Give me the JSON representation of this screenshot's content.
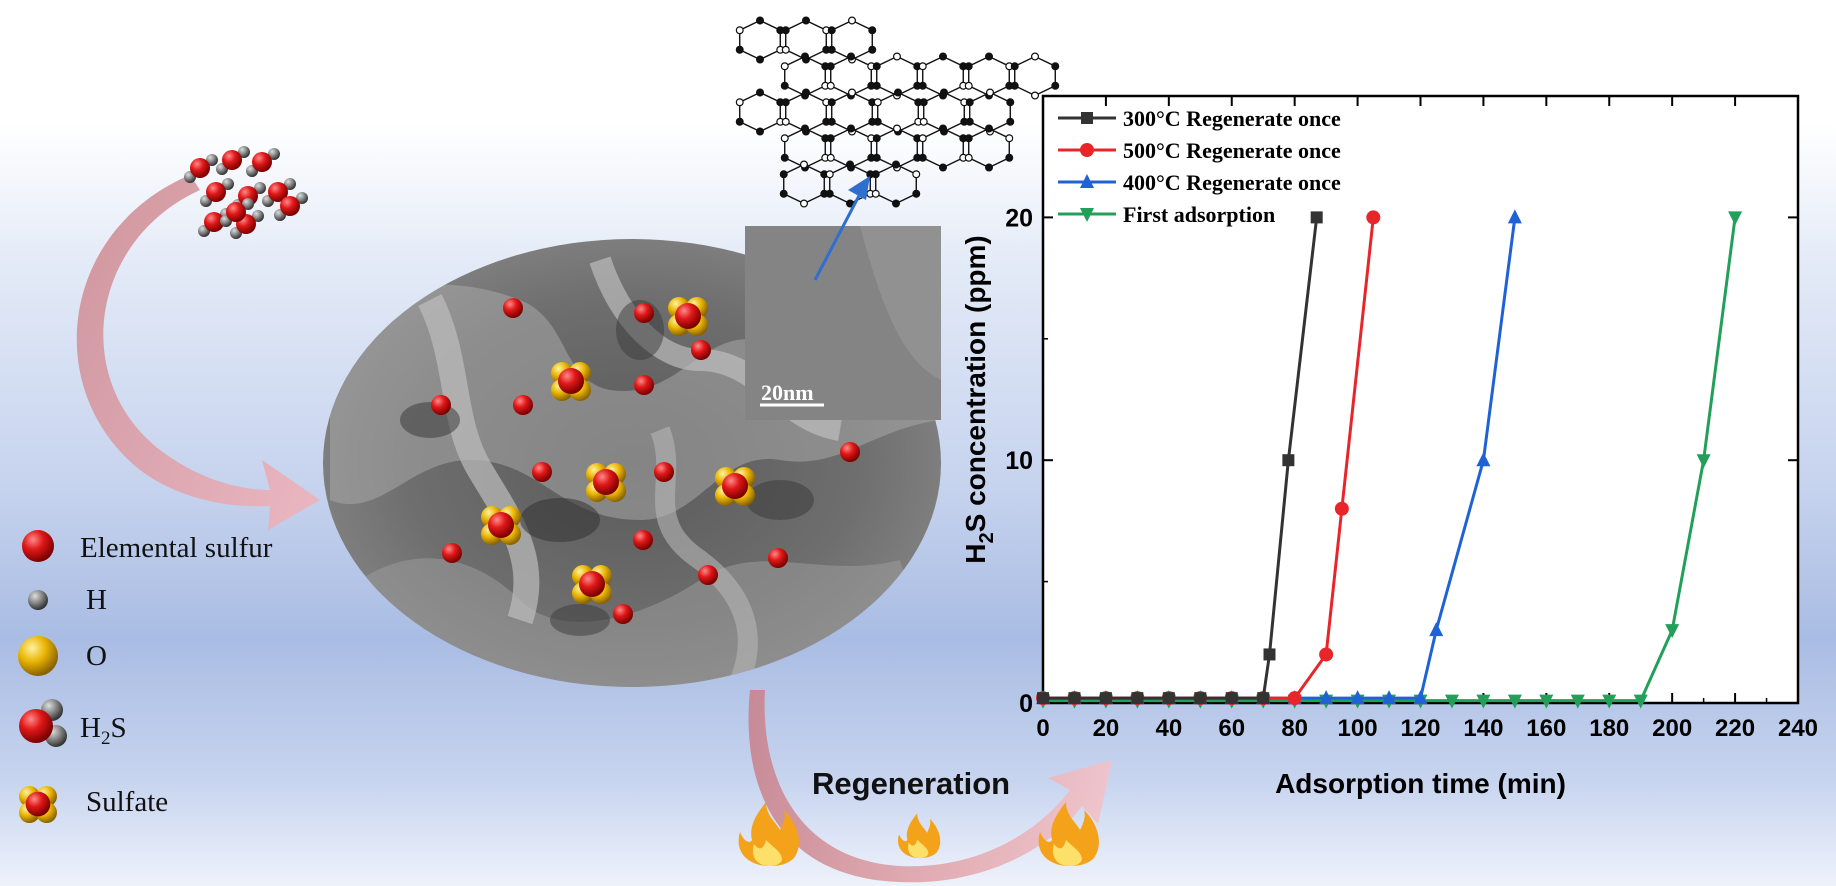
{
  "legend": {
    "elemental_sulfur": "Elemental sulfur",
    "h": "H",
    "o": "O",
    "h2s_main": "H",
    "h2s_sub": "2",
    "h2s_tail": "S",
    "sulfate": "Sulfate"
  },
  "scale_bar": "20nm",
  "regeneration": "Regeneration",
  "colors": {
    "sulfur": "#dd1111",
    "hydrogen": "#777777",
    "oxygen": "#e8b400",
    "arrow_pink": "#e8a7ae",
    "arrow_blue": "#2f6fd0"
  },
  "chart_data": {
    "type": "line",
    "xlabel": "Adsorption time (min)",
    "ylabel_prefix": "H",
    "ylabel_sub": "2",
    "ylabel_suffix": "S concentration (ppm)",
    "xlim": [
      0,
      240
    ],
    "ylim": [
      0,
      25
    ],
    "xticks": [
      0,
      20,
      40,
      60,
      80,
      100,
      120,
      140,
      160,
      180,
      200,
      220,
      240
    ],
    "yticks": [
      0,
      10,
      20
    ],
    "legend_position": "top-left",
    "grid": false,
    "series": [
      {
        "name": "300°C Regenerate once",
        "color": "#333333",
        "marker": "square",
        "x": [
          0,
          10,
          20,
          30,
          40,
          50,
          60,
          70,
          72,
          78,
          87
        ],
        "y": [
          0.2,
          0.2,
          0.2,
          0.2,
          0.2,
          0.2,
          0.2,
          0.2,
          2,
          10,
          20
        ]
      },
      {
        "name": "500°C Regenerate once",
        "color": "#e8262a",
        "marker": "circle",
        "x": [
          0,
          10,
          20,
          30,
          40,
          50,
          60,
          70,
          80,
          90,
          95,
          105
        ],
        "y": [
          0.2,
          0.2,
          0.2,
          0.2,
          0.2,
          0.2,
          0.2,
          0.2,
          0.2,
          2,
          8,
          20
        ]
      },
      {
        "name": "400°C Regenerate once",
        "color": "#1f62d6",
        "marker": "triangle-up",
        "x": [
          0,
          10,
          20,
          30,
          40,
          50,
          60,
          70,
          80,
          90,
          100,
          110,
          120,
          125,
          140,
          150
        ],
        "y": [
          0.2,
          0.2,
          0.2,
          0.2,
          0.2,
          0.2,
          0.2,
          0.2,
          0.2,
          0.2,
          0.2,
          0.2,
          0.2,
          3,
          10,
          20
        ]
      },
      {
        "name": "First adsorption",
        "color": "#22a05a",
        "marker": "triangle-down",
        "x": [
          0,
          10,
          20,
          30,
          40,
          50,
          60,
          70,
          80,
          90,
          100,
          110,
          120,
          130,
          140,
          150,
          160,
          170,
          180,
          190,
          200,
          210,
          220
        ],
        "y": [
          0.1,
          0.1,
          0.1,
          0.1,
          0.1,
          0.1,
          0.1,
          0.1,
          0.1,
          0.1,
          0.1,
          0.1,
          0.1,
          0.1,
          0.1,
          0.1,
          0.1,
          0.1,
          0.1,
          0.1,
          3,
          10,
          20
        ]
      }
    ]
  }
}
